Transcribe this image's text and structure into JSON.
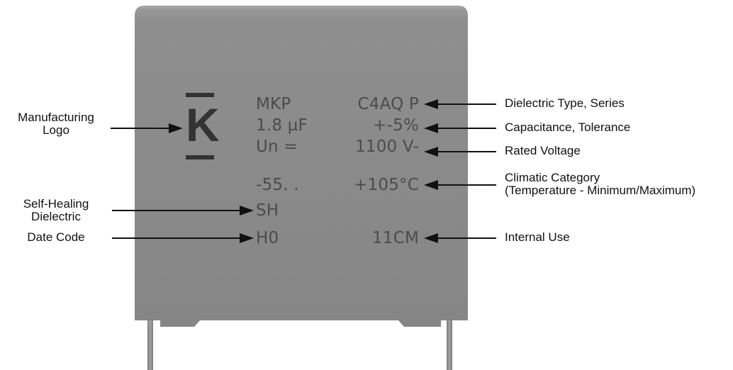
{
  "logo": {
    "letter": "K"
  },
  "markings": {
    "dielectric": "MKP",
    "series": "C4AQ P",
    "capacitance": "1.8 µF",
    "tolerance": "+-5%",
    "voltage_prefix": "Un =",
    "voltage": "1100 V-",
    "temp_min": "-55. .",
    "temp_max": "+105°C",
    "self_healing": "SH",
    "date_code": "H0",
    "internal": "11CM"
  },
  "labels": {
    "manufacturing_logo": [
      "Manufacturing",
      "Logo"
    ],
    "self_healing": [
      "Self-Healing",
      "Dielectric"
    ],
    "date_code": "Date Code",
    "dielectric_series": "Dielectric Type, Series",
    "capacitance_tolerance": "Capacitance, Tolerance",
    "rated_voltage": "Rated Voltage",
    "climatic_category": [
      "Climatic Category",
      "(Temperature - Minimum/Maximum)"
    ],
    "internal_use": "Internal Use"
  },
  "colors": {
    "body": "#8a8a8a",
    "body_top": "#9a9a9a",
    "leads": "#8c8c8c",
    "text": "#4b4b4b",
    "arrow": "#111111"
  }
}
